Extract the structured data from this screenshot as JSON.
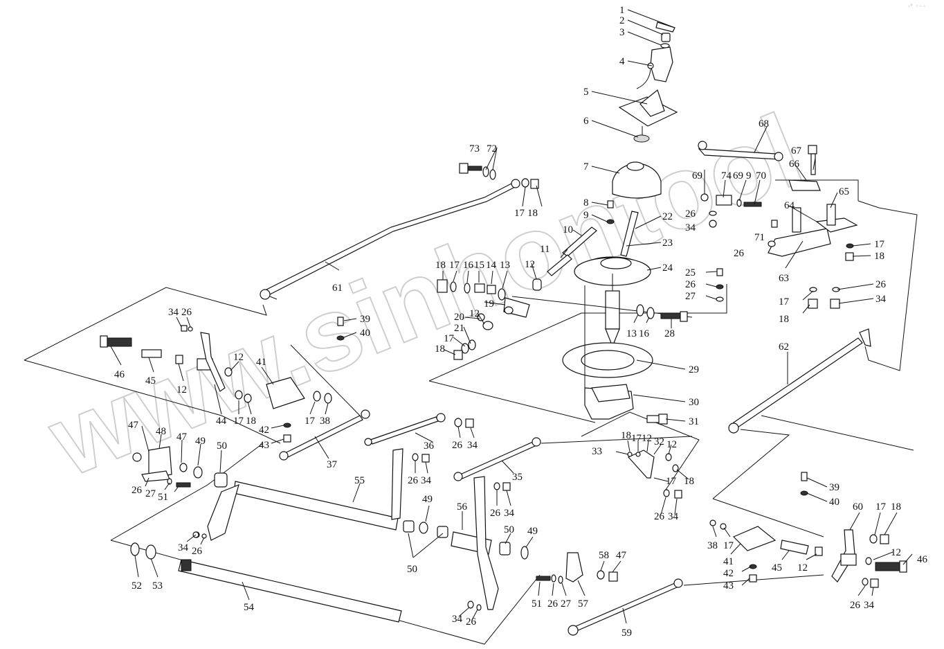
{
  "watermark": "www.sinhontool",
  "corner_mark": "·° ◦◦◦",
  "callouts": [
    "1",
    "2",
    "3",
    "4",
    "5",
    "6",
    "7",
    "8",
    "9",
    "10",
    "11",
    "12",
    "13",
    "14",
    "15",
    "16",
    "17",
    "18",
    "19",
    "20",
    "21",
    "22",
    "23",
    "24",
    "25",
    "26",
    "27",
    "28",
    "29",
    "30",
    "31",
    "32",
    "33",
    "34",
    "35",
    "36",
    "37",
    "38",
    "39",
    "40",
    "41",
    "42",
    "43",
    "44",
    "45",
    "46",
    "47",
    "48",
    "49",
    "50",
    "51",
    "52",
    "53",
    "54",
    "55",
    "56",
    "57",
    "58",
    "59",
    "60",
    "61",
    "62",
    "63",
    "64",
    "65",
    "66",
    "67",
    "68",
    "69",
    "70",
    "71",
    "72",
    "73",
    "74"
  ]
}
